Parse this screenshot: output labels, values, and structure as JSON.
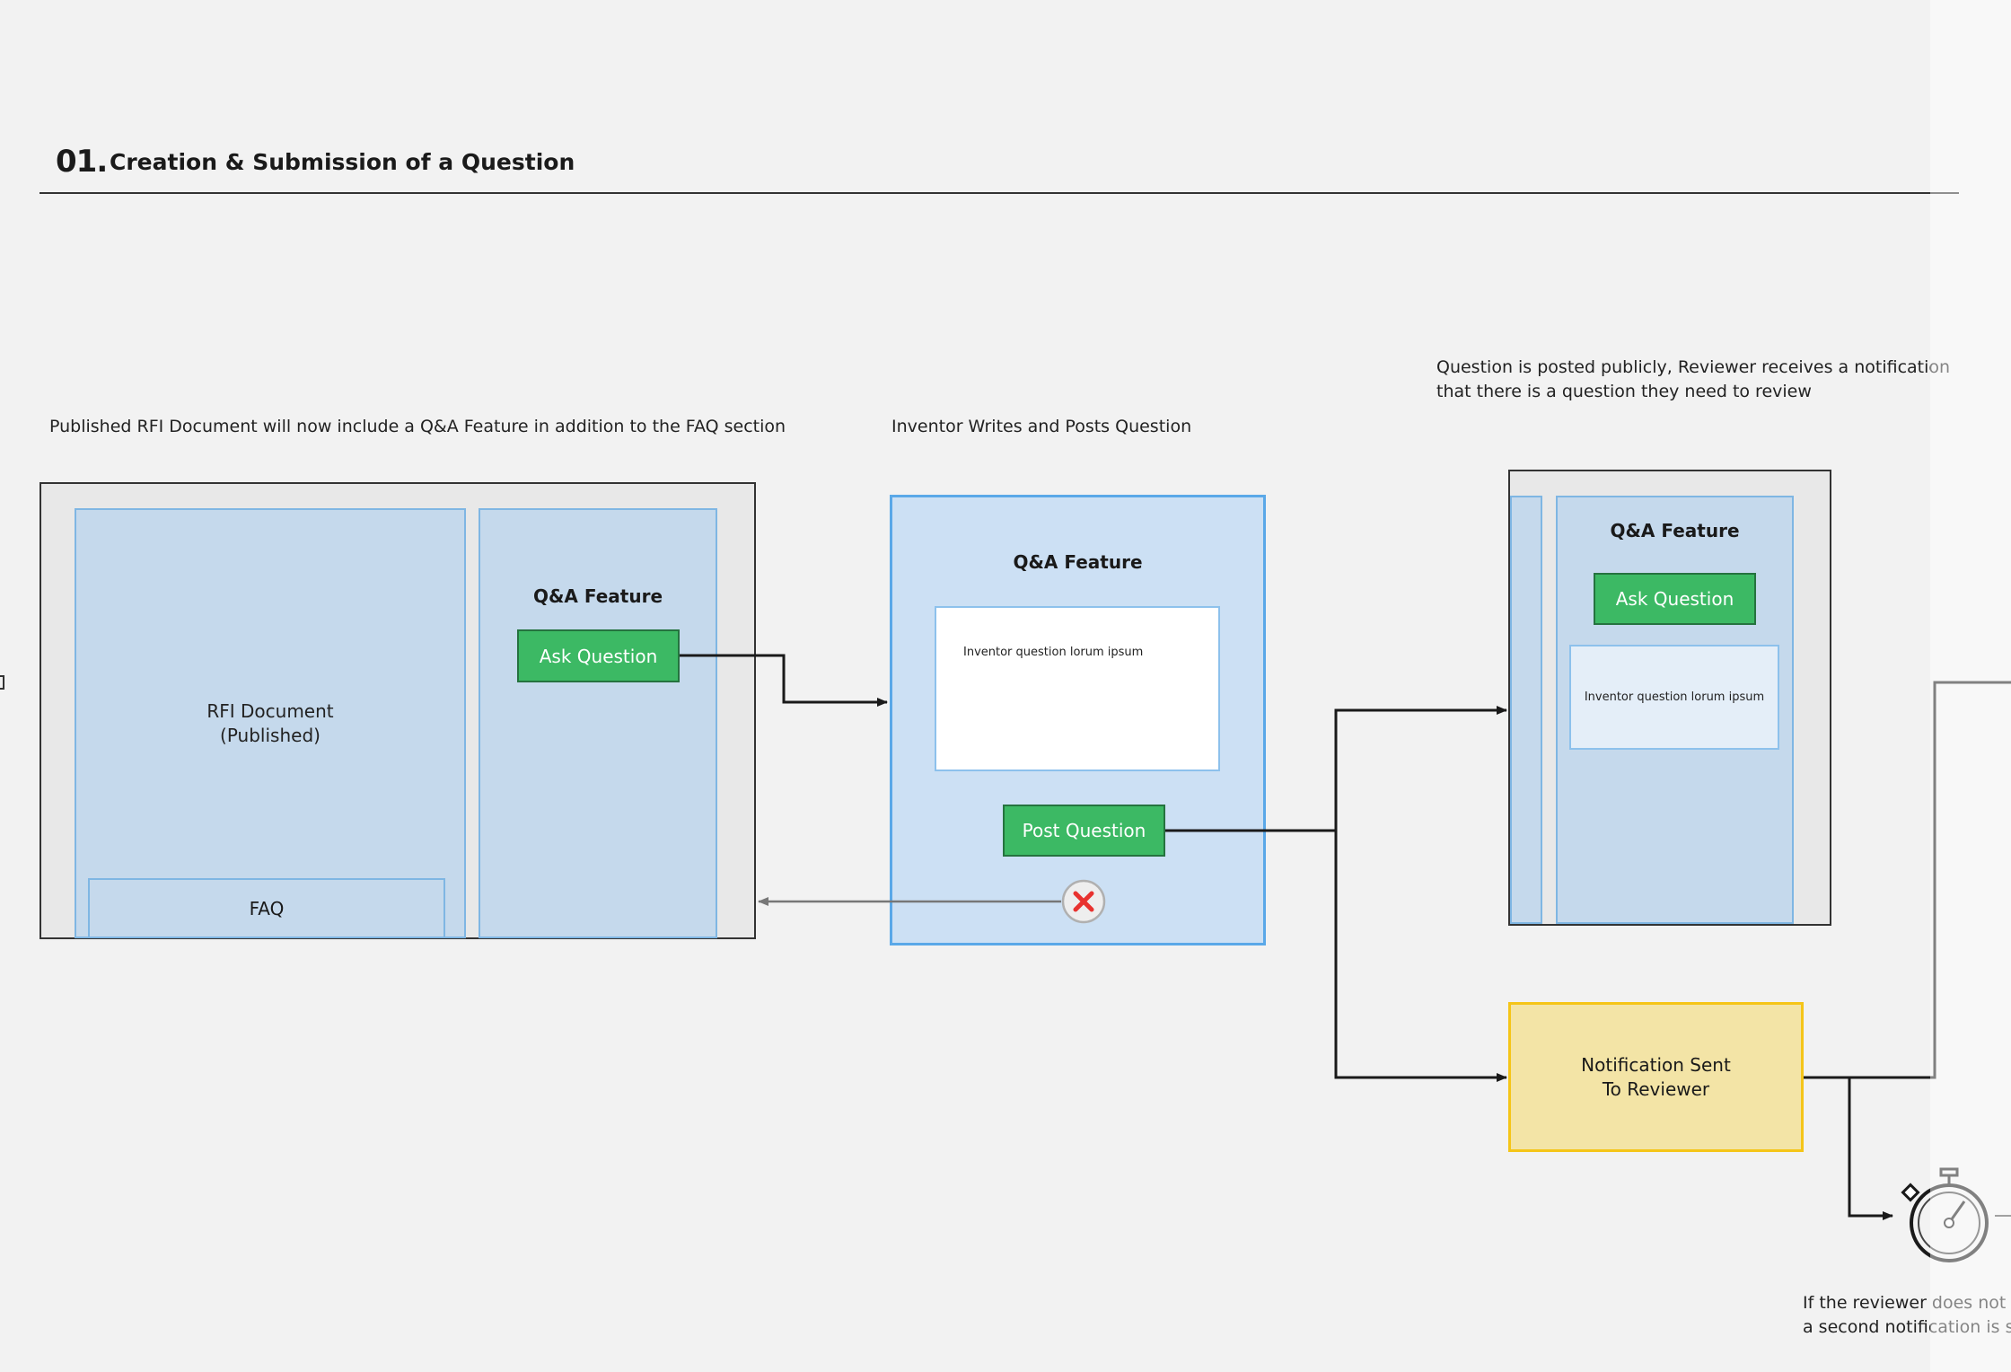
{
  "section": {
    "number": "01.",
    "title": "Creation & Submission of a Question"
  },
  "captions": {
    "published": "Published RFI Document will now include  a Q&A Feature in addition to the FAQ section",
    "inventor": "Inventor Writes and Posts Question",
    "posted_line1": "Question is posted publicly, Reviewer receives a notification",
    "posted_line2": "that there is a question they need to review",
    "reminder_line1": "If the reviewer does not res",
    "reminder_line2": "a second notification is ser"
  },
  "step1": {
    "doc_line1": "RFI Document",
    "doc_line2": "(Published)",
    "faq": "FAQ",
    "qa_title": "Q&A Feature",
    "ask_button": "Ask Question"
  },
  "step2": {
    "qa_title": "Q&A Feature",
    "question_text": "Inventor question lorum ipsum",
    "post_button": "Post Question"
  },
  "step3": {
    "qa_title": "Q&A Feature",
    "ask_button": "Ask Question",
    "question_text": "Inventor question lorum ipsum"
  },
  "notification": {
    "line1": "Notification Sent",
    "line2": "To Reviewer"
  },
  "icons": {
    "cancel": "close-x-icon",
    "timer": "stopwatch-icon"
  },
  "colors": {
    "background": "#f2f2f2",
    "panel_blue": "#c5d9ec",
    "button_green": "#3cb964",
    "notification_yellow": "#f3e4a6",
    "cancel_red": "#e8322f"
  }
}
